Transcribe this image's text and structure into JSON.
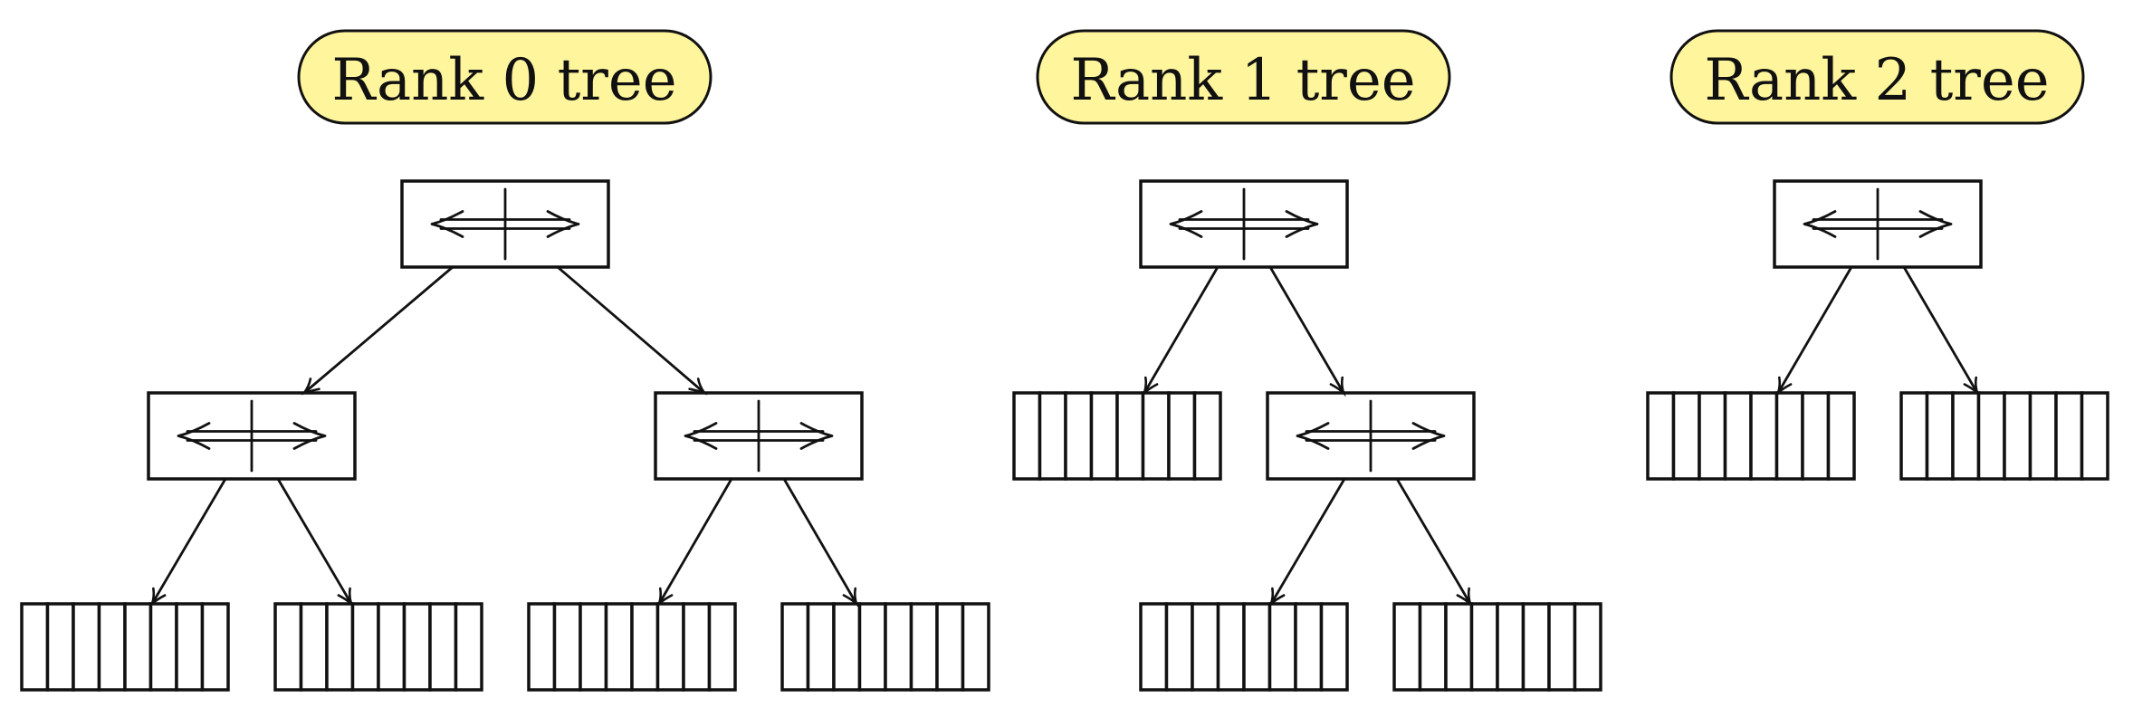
{
  "title_labels": [
    "Rank 0 tree",
    "Rank 1 tree",
    "Rank 2 tree"
  ],
  "trees": [
    {
      "name": "Rank 0 tree",
      "structure": "root -> [internal -> [leaf, leaf], internal -> [leaf, leaf]]"
    },
    {
      "name": "Rank 1 tree",
      "structure": "root -> [leaf, internal -> [leaf, leaf]]"
    },
    {
      "name": "Rank 2 tree",
      "structure": "root -> [leaf, leaf]"
    }
  ],
  "colors": {
    "label_fill": "#fff59d",
    "stroke": "#111111",
    "background": "#ffffff"
  },
  "icons": {
    "internal_node": "double-arrow-split-icon"
  },
  "leaf_cells": 8
}
